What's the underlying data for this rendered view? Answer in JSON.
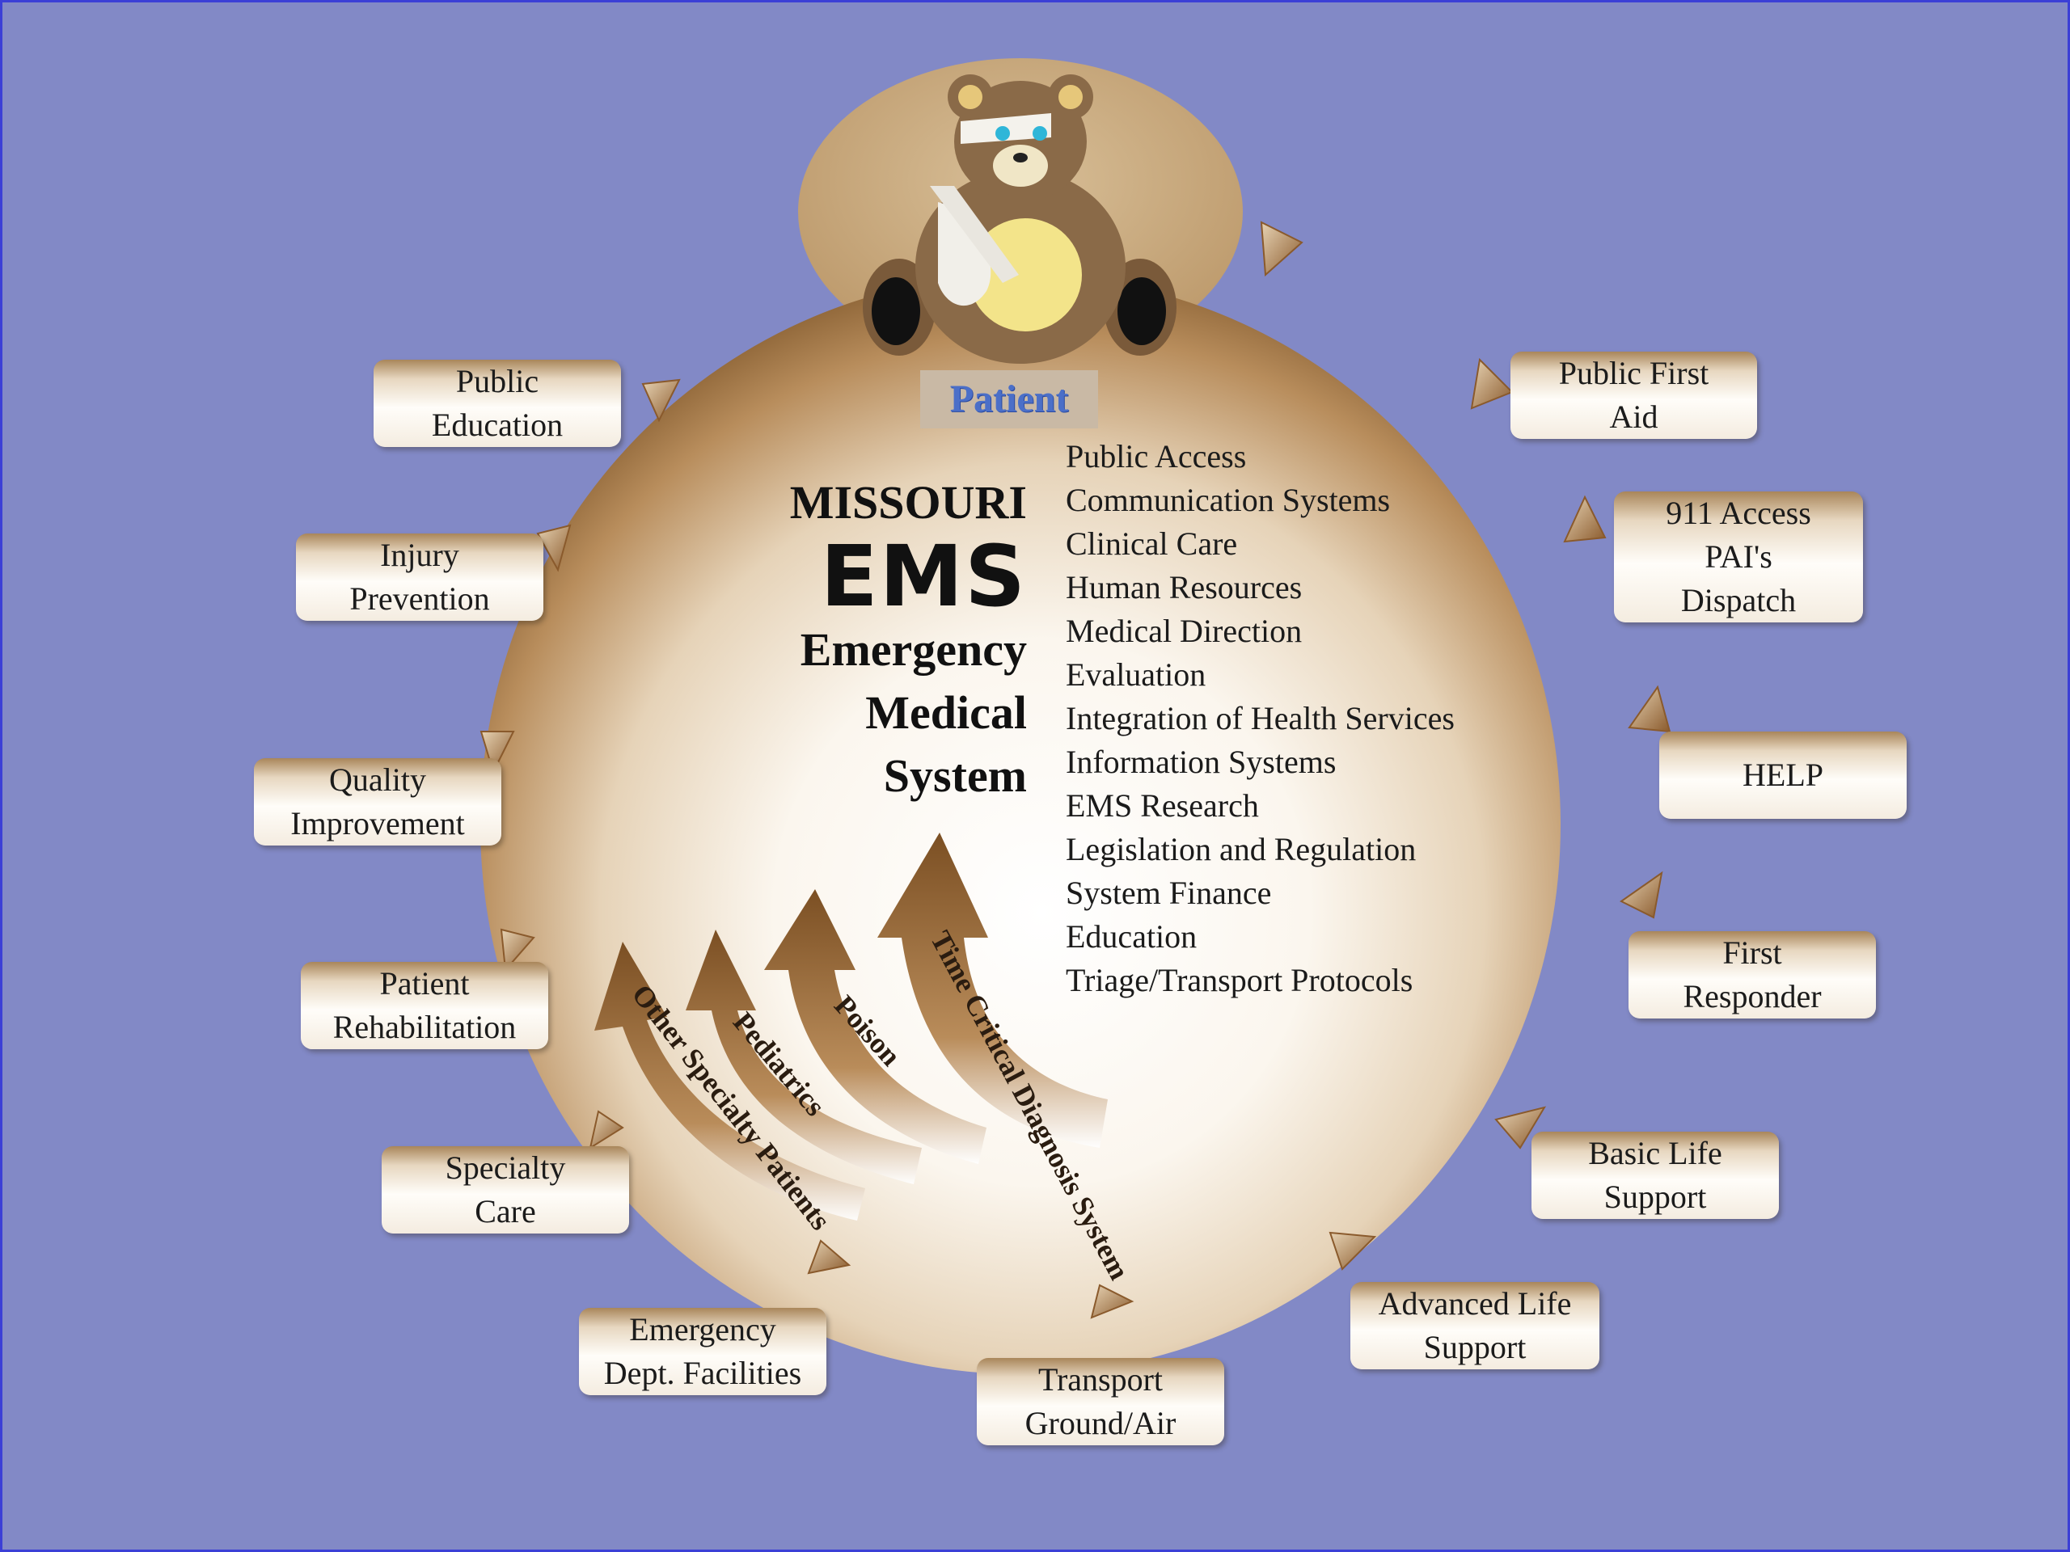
{
  "patient": {
    "label": "Patient"
  },
  "title": {
    "line1": "MISSOURI",
    "line2": "EMS",
    "line3": "Emergency",
    "line4": "Medical",
    "line5": "System"
  },
  "components": [
    "Public Access",
    "Communication Systems",
    "Clinical Care",
    "Human Resources",
    "Medical Direction",
    "Evaluation",
    "Integration of Health Services",
    "Information Systems",
    "EMS Research",
    "Legislation and Regulation",
    "System Finance",
    "Education",
    "Triage/Transport Protocols"
  ],
  "specialty_arrows": [
    "Time Critical Diagnosis System",
    "Poison",
    "Pediatrics",
    "Other Specialty Patients"
  ],
  "cycle_boxes": {
    "public_first_aid": "Public First\nAid",
    "access_911": "911 Access\nPAI's\nDispatch",
    "help": "HELP",
    "first_responder": "First\nResponder",
    "basic_life_support": "Basic Life\nSupport",
    "advanced_life_support": "Advanced Life\nSupport",
    "transport": "Transport\nGround/Air",
    "emergency_dept": "Emergency\nDept. Facilities",
    "specialty_care": "Specialty\nCare",
    "patient_rehabilitation": "Patient\nRehabilitation",
    "quality_improvement": "Quality\nImprovement",
    "injury_prevention": "Injury\nPrevention",
    "public_education": "Public\nEducation"
  },
  "colors": {
    "background": "#8289c6",
    "sphere_light": "#fdf8f0",
    "sphere_dark": "#7a5226",
    "arrow_brown": "#8a5a2c"
  }
}
